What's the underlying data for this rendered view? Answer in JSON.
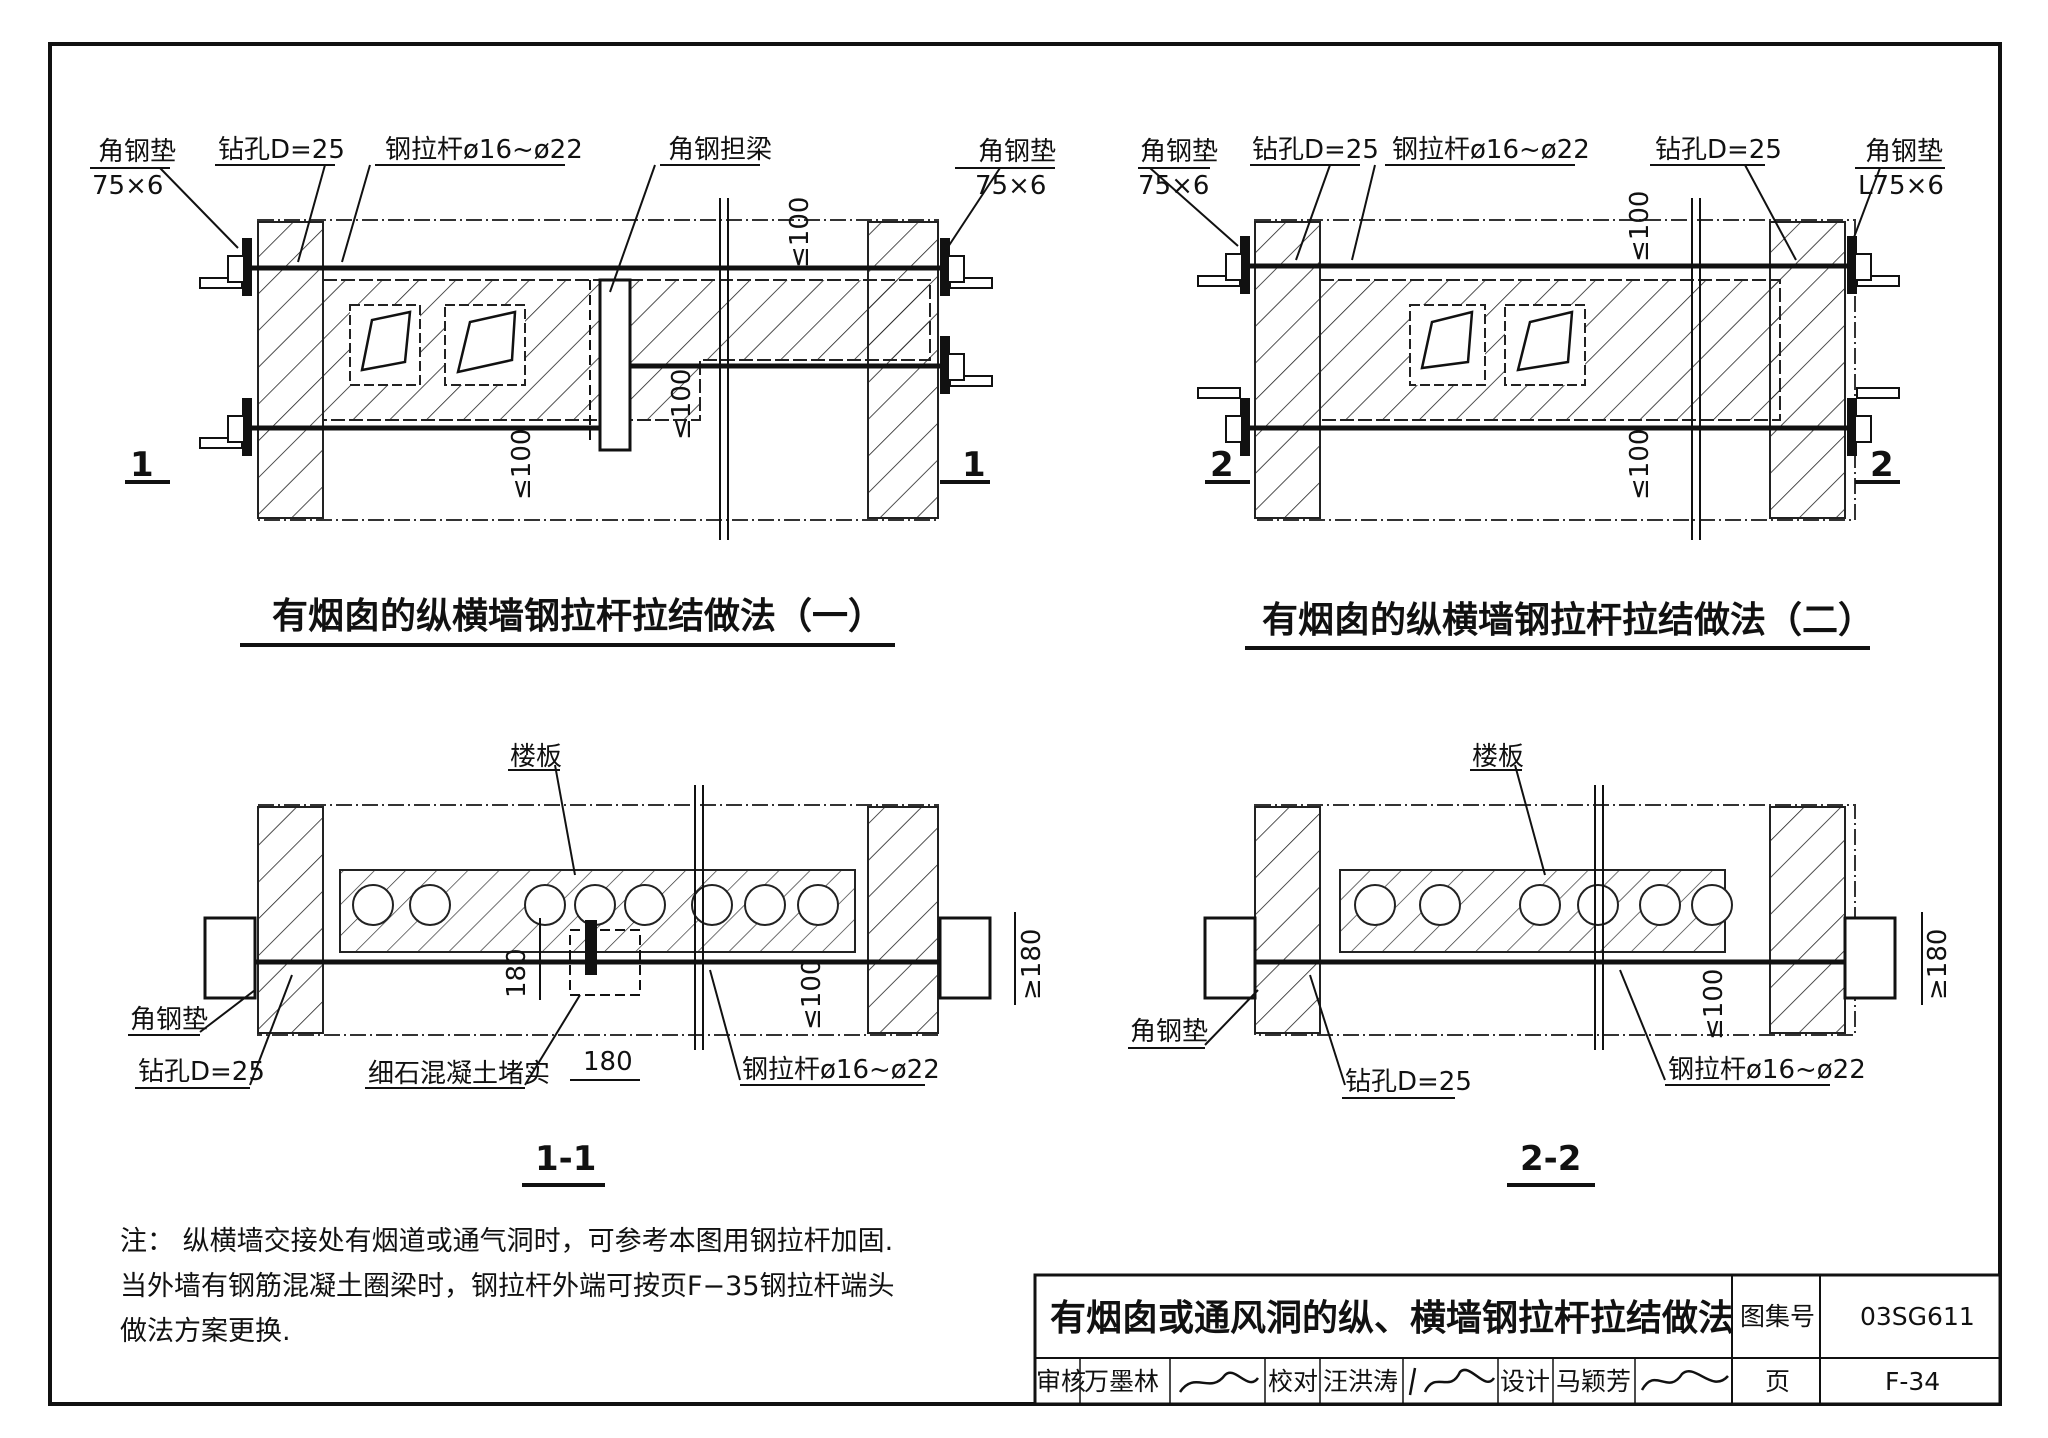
{
  "drawing_one": {
    "labels": {
      "angle_pad": "角钢垫",
      "angle_size": "75×6",
      "drill_hole": "钻孔D=25",
      "tie_rod": "钢拉杆ø16~ø22",
      "angle_beam": "角钢担梁",
      "angle_pad_right": "角钢垫",
      "angle_size_right": "75×6",
      "dim_1": "≤100",
      "dim_2": "≤100",
      "dim_3": "≤100",
      "section_mark": "1"
    },
    "title": "有烟囱的纵横墙钢拉杆拉结做法（一）"
  },
  "drawing_two": {
    "labels": {
      "angle_pad": "角钢垫",
      "angle_size": "75×6",
      "drill_hole": "钻孔D=25",
      "tie_rod": "钢拉杆ø16~ø22",
      "drill_hole_right": "钻孔D=25",
      "angle_pad_right": "角钢垫",
      "angle_size_right": "L75×6",
      "dim_1": "≤100",
      "dim_2": "≤100",
      "section_mark": "2"
    },
    "title": "有烟囱的纵横墙钢拉杆拉结做法（二）"
  },
  "section_one": {
    "labels": {
      "floor_slab": "楼板",
      "angle_pad": "角钢垫",
      "drill_hole": "钻孔D=25",
      "concrete_fill": "细石混凝土堵实",
      "tie_rod": "钢拉杆ø16~ø22",
      "dim_180_v": "180",
      "dim_180_h": "180",
      "dim_ge_180": "≥180",
      "dim_le_100": "≤100"
    },
    "title": "1-1"
  },
  "section_two": {
    "labels": {
      "floor_slab": "楼板",
      "angle_pad": "角钢垫",
      "drill_hole": "钻孔D=25",
      "tie_rod": "钢拉杆ø16~ø22",
      "dim_ge_180": "≥180",
      "dim_le_100": "≤100"
    },
    "title": "2-2"
  },
  "notes": {
    "line1": "注：  纵横墙交接处有烟道或通气洞时，可参考本图用钢拉杆加固.",
    "line2": "当外墙有钢筋混凝土圈梁时，钢拉杆外端可按页F−35钢拉杆端头",
    "line3": "做法方案更换."
  },
  "title_block": {
    "drawing_title": "有烟囱或通风洞的纵、横墙钢拉杆拉结做法",
    "atlas_label": "图集号",
    "atlas_no": "03SG611",
    "review_label": "审核",
    "reviewer": "万墨林",
    "check_label": "校对",
    "checker": "汪洪涛",
    "design_label": "设计",
    "designer": "马颖芳",
    "page_label": "页",
    "page_no": "F-34"
  }
}
